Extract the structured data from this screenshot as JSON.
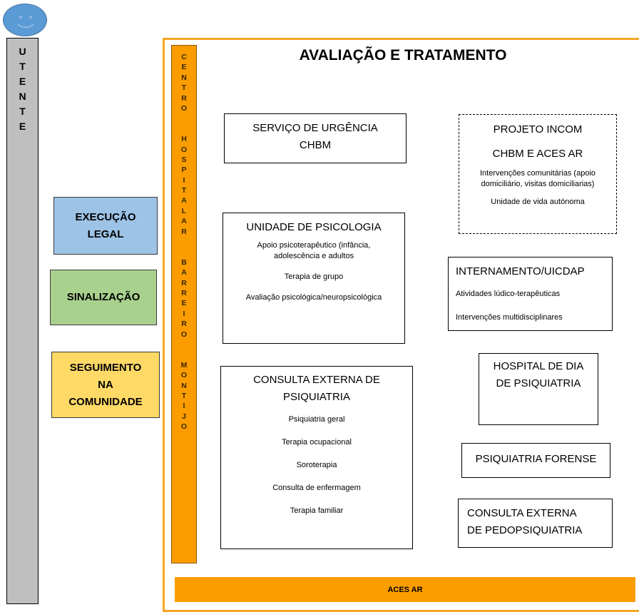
{
  "colors": {
    "orange": "#fb9d00",
    "frame_orange": "#f5a623",
    "utente_gray": "#bfbfbf",
    "execucao_blue": "#9dc3e6",
    "sinalizacao_green": "#a9d18e",
    "seguimento_yellow": "#ffd966",
    "smiley_blue": "#5b9bd5"
  },
  "icons": {
    "smiley": "smiley-face-icon"
  },
  "utente": {
    "letters": [
      "U",
      "T",
      "E",
      "N",
      "T",
      "E"
    ]
  },
  "side": {
    "execucao": "EXECUÇÃO\nLEGAL",
    "sinalizacao": "SINALIZAÇÃO",
    "seguimento": "SEGUIMENTO\nNA\nCOMUNIDADE"
  },
  "centro": {
    "letters": [
      "C",
      "E",
      "N",
      "T",
      "R",
      "O",
      "",
      "",
      "H",
      "O",
      "S",
      "P",
      "I",
      "T",
      "A",
      "L",
      "A",
      "R",
      "",
      "",
      "B",
      "A",
      "R",
      "R",
      "E",
      "I",
      "R",
      "O",
      "",
      "",
      "M",
      "O",
      "N",
      "T",
      "I",
      "J",
      "O"
    ]
  },
  "title": "AVALIAÇÃO E TRATAMENTO",
  "urgencia": {
    "title": "SERVIÇO DE URGÊNCIA\nCHBM"
  },
  "psicologia": {
    "title": "UNIDADE DE PSICOLOGIA",
    "items": [
      "Apoio psicoterapêutico (infância,\nadolescência e adultos",
      "Terapia de grupo",
      "Avaliação psicológica/neuropsicológica"
    ]
  },
  "consulta_psiq": {
    "title": "CONSULTA EXTERNA DE\nPSIQUIATRIA",
    "items": [
      "Psiquiatria geral",
      "Terapia ocupacional",
      "Soroterapia",
      "Consulta de enfermagem",
      "Terapia familiar"
    ]
  },
  "incom": {
    "title1": "PROJETO INCOM",
    "title2": "CHBM E ACES AR",
    "items": [
      "Intervenções comunitárias (apoio\ndomiciliário, visitas domiciliarias)",
      "Unidade de vida autónoma"
    ]
  },
  "internamento": {
    "title": "INTERNAMENTO/UICDAP",
    "items": [
      "Atividades lúdico-terapêuticas",
      "Intervenções multidisciplinares"
    ]
  },
  "hospital_dia": {
    "title": "HOSPITAL DE DIA\nDE PSIQUIATRIA"
  },
  "forense": {
    "title": "PSIQUIATRIA FORENSE"
  },
  "pedopsiq": {
    "title": "CONSULTA EXTERNA\nDE PEDOPSIQUIATRIA"
  },
  "aces": "ACES AR"
}
